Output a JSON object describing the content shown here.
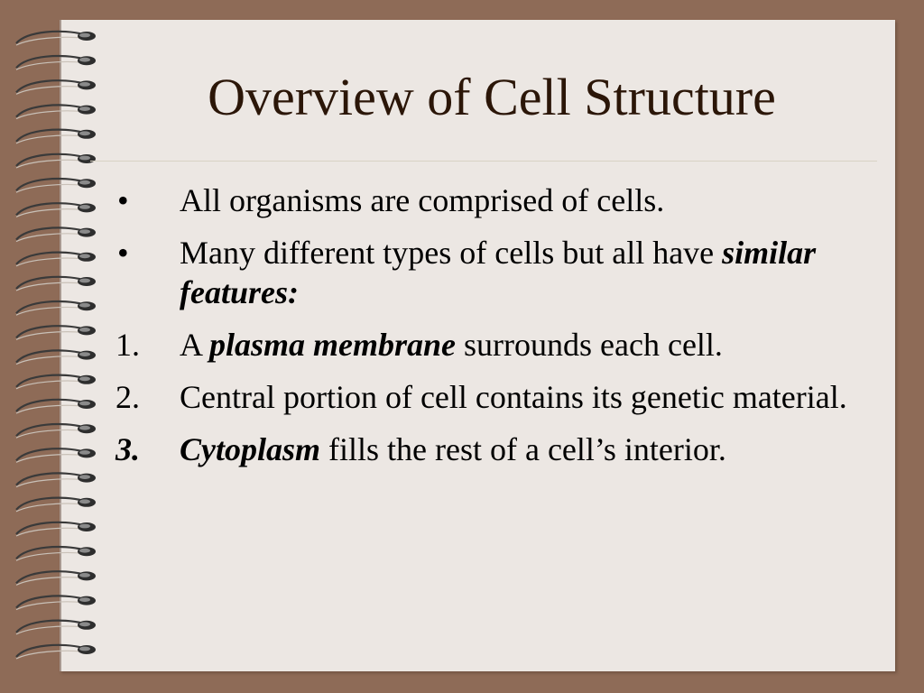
{
  "slide": {
    "title": "Overview of Cell Structure",
    "items": [
      {
        "marker": "•",
        "marker_style": "normal",
        "lead": "",
        "emph": "",
        "rest": "All organisms are comprised of cells."
      },
      {
        "marker": "•",
        "marker_style": "normal",
        "lead": "Many different types of cells but all have ",
        "emph": "similar features:",
        "rest": ""
      },
      {
        "marker": "1.",
        "marker_style": "normal",
        "lead": "A ",
        "emph": "plasma membrane",
        "rest": " surrounds each cell."
      },
      {
        "marker": "2.",
        "marker_style": "normal",
        "lead": "Central portion of cell contains its genetic material.",
        "emph": "",
        "rest": ""
      },
      {
        "marker": "3.",
        "marker_style": "bold-italic",
        "lead": "",
        "emph": "Cytoplasm",
        "rest": " fills the rest of a cell’s interior."
      }
    ]
  },
  "theme": {
    "background_color": "#8e6b57",
    "page_color": "#ece7e3",
    "title_color": "#2b1608",
    "binding": "spiral-binding-icon"
  }
}
